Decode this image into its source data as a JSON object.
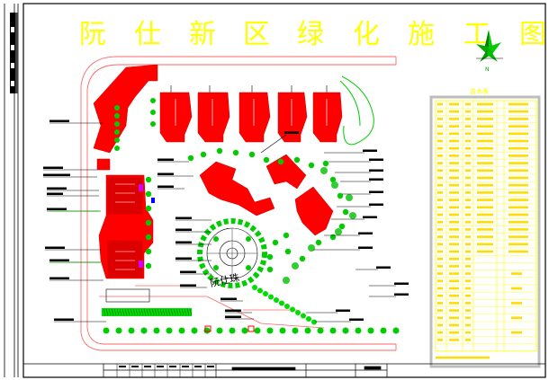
{
  "drawing": {
    "title_chars": [
      "阮",
      "仕",
      "新",
      "区",
      "绿",
      "化",
      "施",
      "工",
      "图"
    ],
    "plaza_label": "阮仕珠",
    "legend_title": "苗木表"
  },
  "colors": {
    "background": "#ffffff",
    "frame": "#000000",
    "title": "#ffff00",
    "building": "#ff0000",
    "tree": "#00cc00",
    "shrub": "#00ff00",
    "road": "#ff6666",
    "legend_grid": "#ffff00",
    "legend_frame": "#c0c0c0",
    "leader": "#000000",
    "accent_blue": "#0000ff",
    "accent_purple": "#cc00ff"
  },
  "icons": [
    "north-arrow-icon"
  ]
}
